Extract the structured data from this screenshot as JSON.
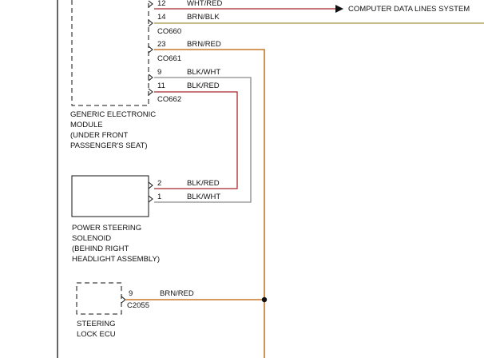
{
  "colors": {
    "wire_orange": "#c8782a",
    "wire_red": "#a8282a",
    "wire_grey": "#8a8a8a",
    "wire_olive": "#a29240",
    "line": "#111111"
  },
  "gem": {
    "label_lines": [
      "GENERIC ELECTRONIC",
      "MODULE",
      "(UNDER FRONT",
      "PASSENGER'S SEAT)"
    ],
    "pins": {
      "p12": {
        "num": "12",
        "wire": "WHT/RED"
      },
      "p14": {
        "num": "14",
        "wire": "BRN/BLK"
      },
      "p23": {
        "num": "23",
        "wire": "BRN/RED"
      },
      "p9": {
        "num": "9",
        "wire": "BLK/WHT"
      },
      "p11": {
        "num": "11",
        "wire": "BLK/RED"
      }
    },
    "connectors": [
      "CO660",
      "CO661",
      "CO662"
    ]
  },
  "destination": "COMPUTER DATA LINES SYSTEM",
  "ps_solenoid": {
    "label_lines": [
      "POWER STEERING",
      "SOLENOID",
      "(BEHIND RIGHT",
      "HEADLIGHT ASSEMBLY)"
    ],
    "pins": {
      "p2": {
        "num": "2",
        "wire": "BLK/RED"
      },
      "p1": {
        "num": "1",
        "wire": "BLK/WHT"
      }
    }
  },
  "steering_lock": {
    "label_lines": [
      "STEERING",
      "LOCK ECU"
    ],
    "pin": {
      "num": "9",
      "wire": "BRN/RED"
    },
    "connector": "C2055"
  }
}
